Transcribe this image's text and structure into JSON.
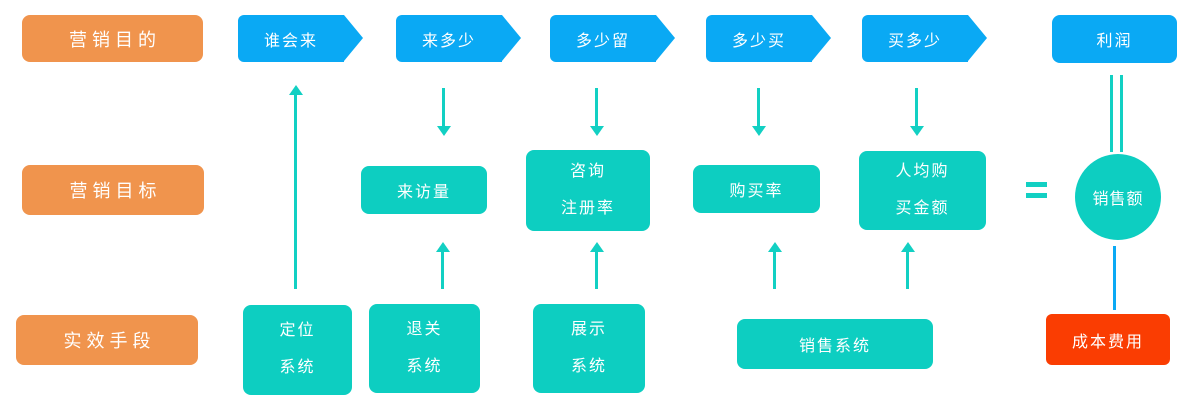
{
  "row_labels": {
    "purpose": "营销目的",
    "target": "营销目标",
    "means": "实效手段"
  },
  "funnel_steps": [
    {
      "label": "谁会来"
    },
    {
      "label": "来多少"
    },
    {
      "label": "多少留"
    },
    {
      "label": "多少买"
    },
    {
      "label": "买多少"
    }
  ],
  "profit_label": "利润",
  "metrics": {
    "visits": "来访量",
    "consult_register": {
      "line1": "咨询",
      "line2": "注册率"
    },
    "purchase_rate": "购买率",
    "avg_purchase": {
      "line1": "人均购",
      "line2": "买金额"
    },
    "sales": "销售额"
  },
  "systems": {
    "positioning": {
      "line1": "定位",
      "line2": "系统"
    },
    "retention": {
      "line1": "退关",
      "line2": "系统"
    },
    "display": {
      "line1": "展示",
      "line2": "系统"
    },
    "sales_system": "销售系统",
    "cost": "成本费用"
  },
  "colors": {
    "orange": "#F0944D",
    "blue": "#0AA9F4",
    "teal": "#0DCEC1",
    "red": "#FA3D02",
    "connector": "#12D0C3"
  }
}
